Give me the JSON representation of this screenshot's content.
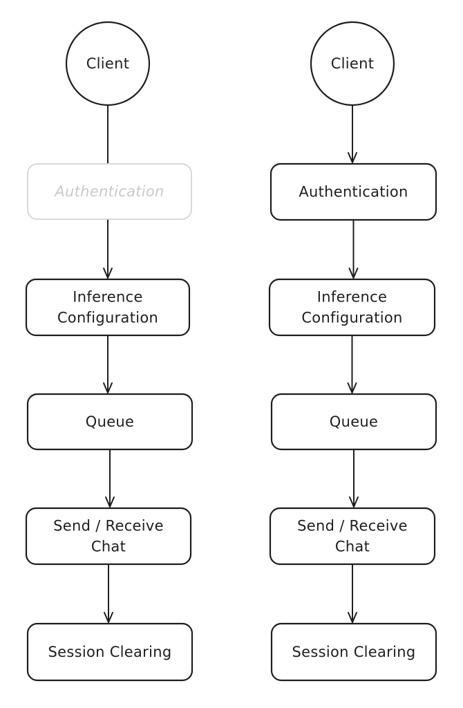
{
  "diagrams": [
    {
      "nodes": [
        {
          "id": "client",
          "shape": "circle",
          "lines": [
            "Client"
          ],
          "faded": false
        },
        {
          "id": "authentication",
          "shape": "box",
          "lines": [
            "Authentication"
          ],
          "faded": true
        },
        {
          "id": "inference-configuration",
          "shape": "box",
          "lines": [
            "Inference",
            "Configuration"
          ],
          "faded": false
        },
        {
          "id": "queue",
          "shape": "box",
          "lines": [
            "Queue"
          ],
          "faded": false
        },
        {
          "id": "send-receive-chat",
          "shape": "box",
          "lines": [
            "Send / Receive",
            "Chat"
          ],
          "faded": false
        },
        {
          "id": "session-clearing",
          "shape": "box",
          "lines": [
            "Session Clearing"
          ],
          "faded": false
        }
      ],
      "edges": [
        {
          "from": "client",
          "to": "inference-configuration"
        },
        {
          "from": "inference-configuration",
          "to": "queue"
        },
        {
          "from": "queue",
          "to": "send-receive-chat"
        },
        {
          "from": "send-receive-chat",
          "to": "session-clearing"
        }
      ]
    },
    {
      "nodes": [
        {
          "id": "client",
          "shape": "circle",
          "lines": [
            "Client"
          ],
          "faded": false
        },
        {
          "id": "authentication",
          "shape": "box",
          "lines": [
            "Authentication"
          ],
          "faded": false
        },
        {
          "id": "inference-configuration",
          "shape": "box",
          "lines": [
            "Inference",
            "Configuration"
          ],
          "faded": false
        },
        {
          "id": "queue",
          "shape": "box",
          "lines": [
            "Queue"
          ],
          "faded": false
        },
        {
          "id": "send-receive-chat",
          "shape": "box",
          "lines": [
            "Send / Receive",
            "Chat"
          ],
          "faded": false
        },
        {
          "id": "session-clearing",
          "shape": "box",
          "lines": [
            "Session Clearing"
          ],
          "faded": false
        }
      ],
      "edges": [
        {
          "from": "client",
          "to": "authentication"
        },
        {
          "from": "authentication",
          "to": "inference-configuration"
        },
        {
          "from": "inference-configuration",
          "to": "queue"
        },
        {
          "from": "queue",
          "to": "send-receive-chat"
        },
        {
          "from": "send-receive-chat",
          "to": "session-clearing"
        }
      ]
    }
  ]
}
